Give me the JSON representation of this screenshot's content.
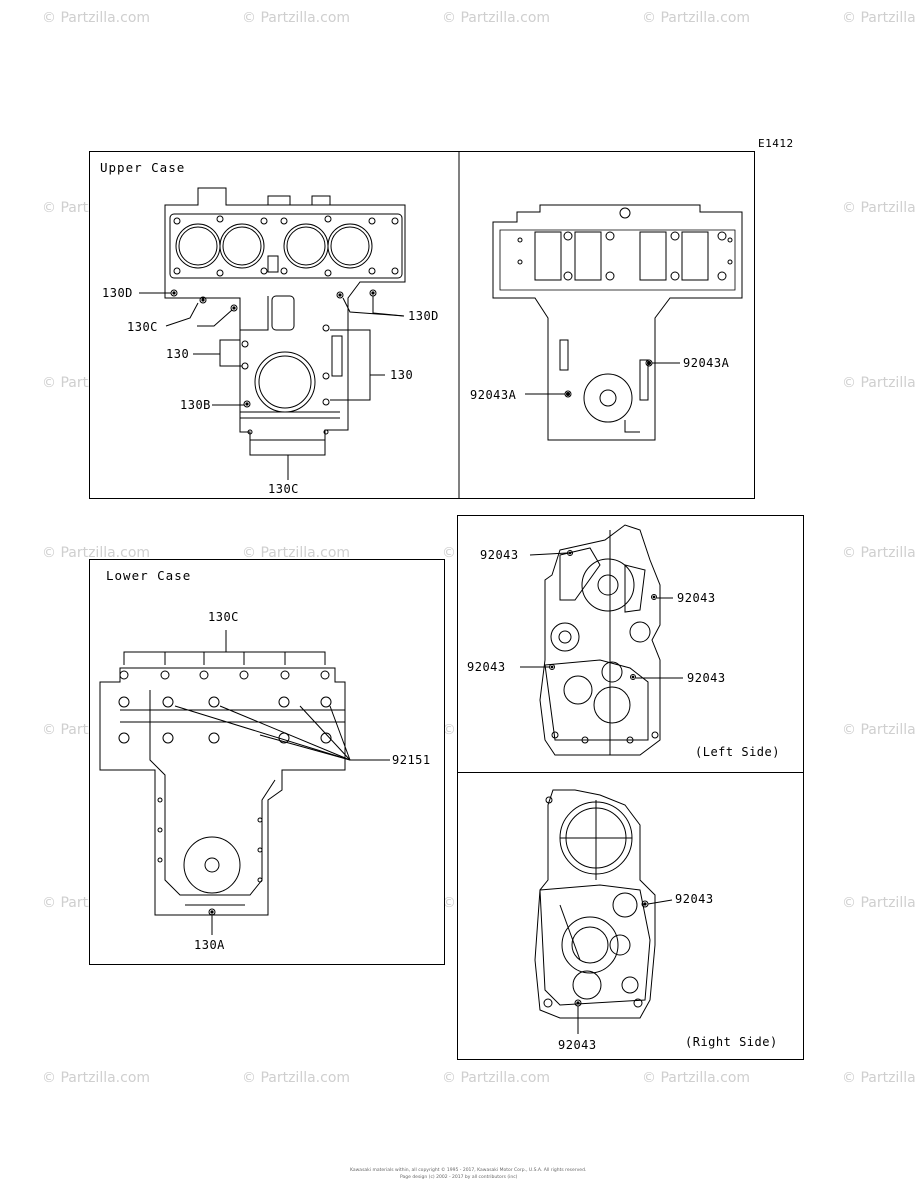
{
  "diagram_code": "E1412",
  "watermark": "© Partzilla.com",
  "footer": {
    "line1": "Kawasaki materials within, all copyright © 1995 - 2017, Kawasaki Motor Corp., U.S.A. All rights reserved.",
    "line2": "Page design (c) 2002 - 2017 by all contributors (inc)"
  },
  "panels": {
    "upper_case": {
      "title": "Upper Case",
      "labels": {
        "l130D_left": "130D",
        "l130C_left": "130C",
        "l130_left": "130",
        "l130_right": "130",
        "l130B": "130B",
        "l130D_right": "130D",
        "l130C_bottom": "130C"
      }
    },
    "upper_case_bottom": {
      "labels": {
        "l92043A_right": "92043A",
        "l92043A_left": "92043A"
      }
    },
    "lower_case": {
      "title": "Lower Case",
      "labels": {
        "l130C_top": "130C",
        "l92151": "92151",
        "l130A": "130A"
      }
    },
    "left_side": {
      "caption": "(Left Side)",
      "labels": {
        "l92043_tl": "92043",
        "l92043_tr": "92043",
        "l92043_ml": "92043",
        "l92043_mr": "92043"
      }
    },
    "right_side": {
      "caption": "(Right Side)",
      "labels": {
        "l92043_r": "92043",
        "l92043_b": "92043"
      }
    }
  }
}
